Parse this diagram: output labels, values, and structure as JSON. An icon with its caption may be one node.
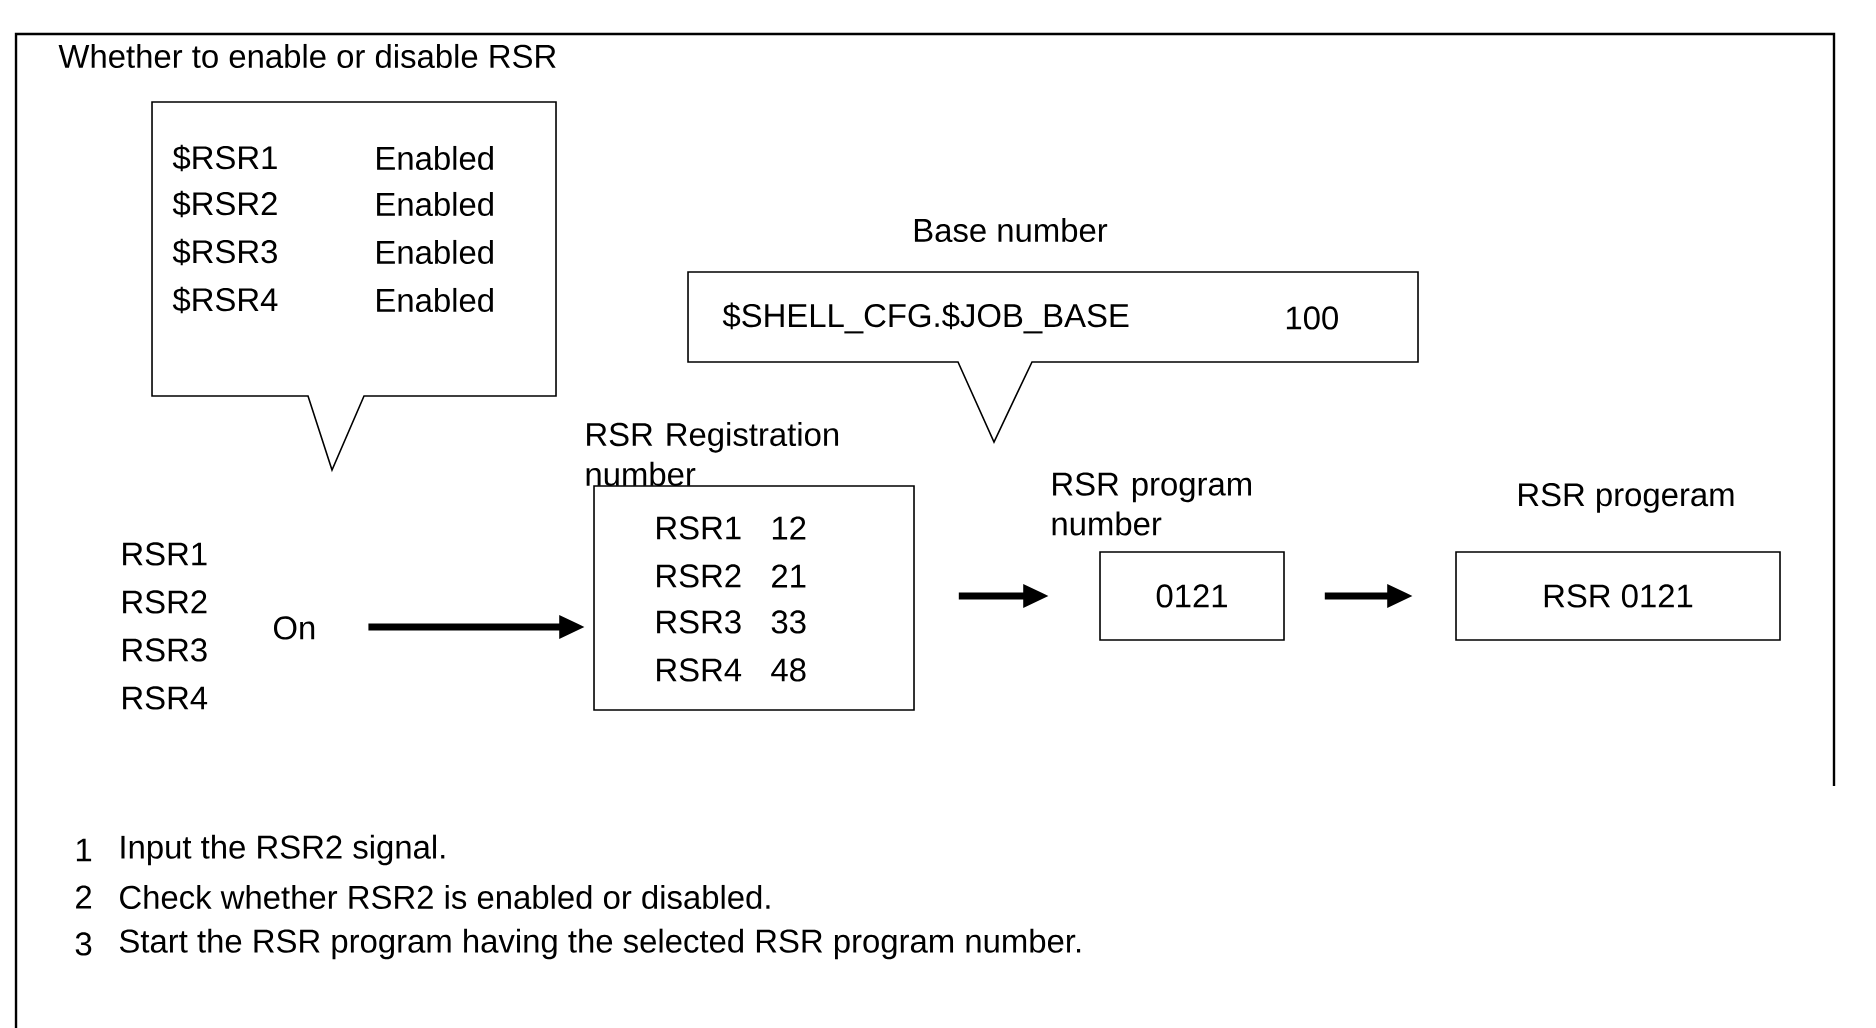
{
  "diagram": {
    "title": "Whether to enable or disable RSR",
    "nodes": [
      {
        "text": [
          "$RSR1",
          "Enabled",
          "$RSR2",
          "Enabled",
          "$RSR3",
          "Enabled",
          "$RSR4",
          "Enabled"
        ]
      },
      {
        "text": [
          "$SHELL_CFG.$JOB_BASE",
          "100"
        ],
        "beside": [
          "Base number"
        ]
      },
      {
        "text": [
          "RSR1",
          "RSR2",
          "RSR3",
          "RSR4"
        ]
      },
      {
        "text": [
          "On"
        ]
      },
      {
        "text": [
          "RSR1",
          "12",
          "RSR2",
          "21",
          "RSR3",
          "33",
          "RSR4",
          "48"
        ],
        "beside": [
          "RSR Registration number"
        ]
      },
      {
        "text": [
          "0121"
        ],
        "beside": [
          "RSR program number"
        ]
      },
      {
        "text": [
          "RSR 0121"
        ],
        "beside": [
          "RSR progeram"
        ]
      }
    ],
    "edges": [
      {
        "from": 3,
        "to": 4,
        "arrow": "to"
      },
      {
        "from": 4,
        "to": 5,
        "arrow": "to"
      },
      {
        "from": 5,
        "to": 6,
        "arrow": "to"
      }
    ],
    "labels": [
      "1",
      "Input the RSR2 signal.",
      "2",
      "Check whether RSR2 is enabled or disabled.",
      "3",
      "Start the RSR program having the selected RSR program number."
    ]
  }
}
